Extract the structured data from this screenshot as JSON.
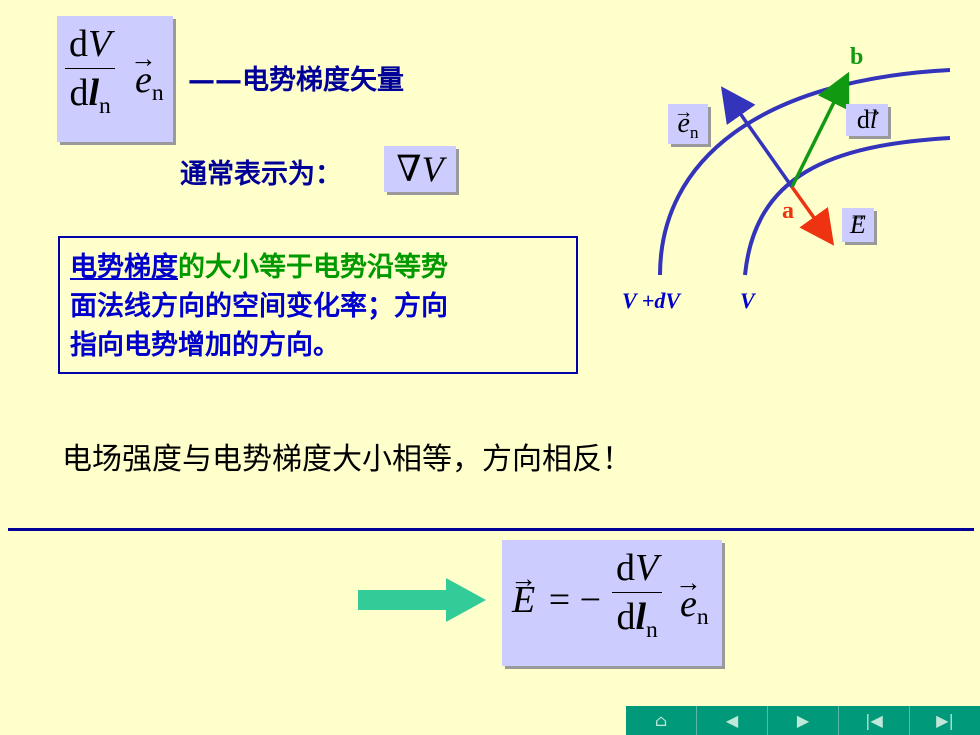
{
  "formula1": {
    "num_d": "d",
    "num_V": "V",
    "den_d": "d",
    "den_l": "l",
    "den_sub": "n",
    "e": "e",
    "e_sub": "n"
  },
  "title_label": "——电势梯度矢量",
  "usually": {
    "label": "通常表示为：",
    "nabla": "∇",
    "V": "V"
  },
  "definition": {
    "term": "电势梯度",
    "line1_rest": "的大小等于电势沿等势",
    "line2": "面法线方向的空间变化率；方向",
    "line3": "指向电势增加的方向。"
  },
  "note": "电场强度与电势梯度大小相等，方向相反！",
  "diagram": {
    "label_b": "b",
    "label_a": "a",
    "label_en_e": "e",
    "label_en_sub": "n",
    "label_dl_d": "d",
    "label_dl_l": "l",
    "label_E": "E",
    "label_VdV": "V +dV",
    "label_V": "V",
    "colors": {
      "curve": "#3333bb",
      "normal": "#3333bb",
      "dl": "#119911",
      "E": "#ee3311",
      "label": "#0000cc"
    }
  },
  "formula2": {
    "E": "E",
    "eq": "= −",
    "num_d": "d",
    "num_V": "V",
    "den_d": "d",
    "den_l": "l",
    "den_sub": "n",
    "e": "e",
    "e_sub": "n"
  },
  "nav": {
    "buttons": [
      "home-icon",
      "prev-icon",
      "next-icon",
      "first-icon",
      "last-icon"
    ]
  }
}
